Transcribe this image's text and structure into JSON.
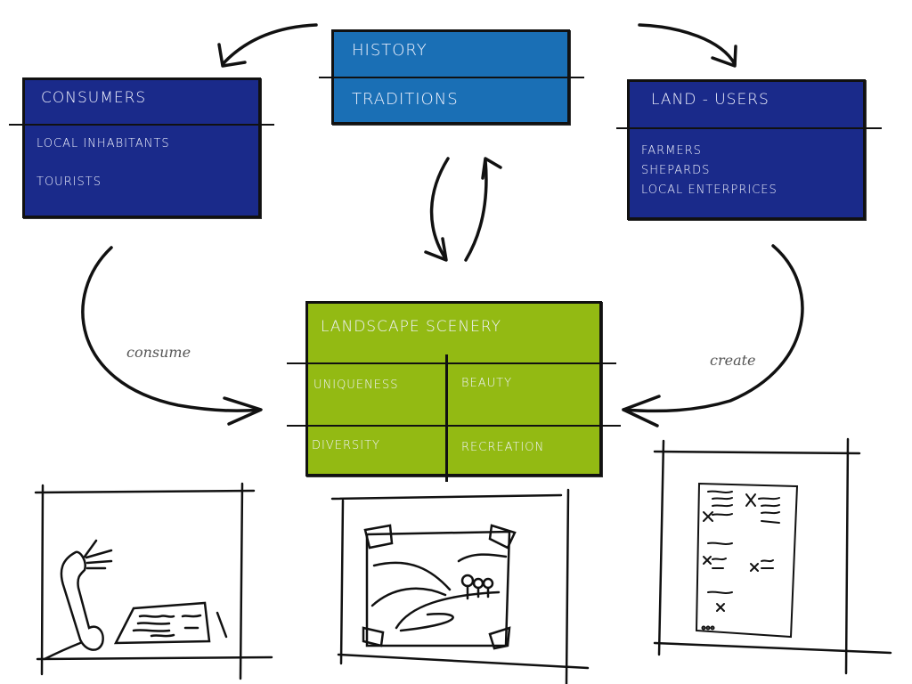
{
  "colors": {
    "consumers": "#1a2a8a",
    "history": "#1a6fb5",
    "land_users": "#1a2a8a",
    "landscape": "#93ba13",
    "ink": "#111111"
  },
  "history_box": {
    "top": "HISTORY",
    "bottom": "TRADITIONS"
  },
  "consumers_box": {
    "title": "CONSUMERS",
    "items": [
      "LOCAL INHABITANTS",
      "TOURISTS"
    ]
  },
  "land_users_box": {
    "title": "LAND - USERS",
    "items": [
      "FARMERS",
      "SHEPARDS",
      "LOCAL ENTERPRICES"
    ]
  },
  "landscape_box": {
    "title": "LANDSCAPE SCENERY",
    "cells": [
      "UNIQUENESS",
      "BEAUTY",
      "DIVERSITY",
      "RECREATION"
    ]
  },
  "arrow_labels": {
    "left": "consume",
    "right": "create"
  },
  "sketches": [
    {
      "name": "telephone-and-notes",
      "icon": "telephone-icon"
    },
    {
      "name": "taped-landscape-photo",
      "icon": "landscape-photo-icon"
    },
    {
      "name": "questionnaire-sheet",
      "icon": "questionnaire-icon"
    }
  ]
}
